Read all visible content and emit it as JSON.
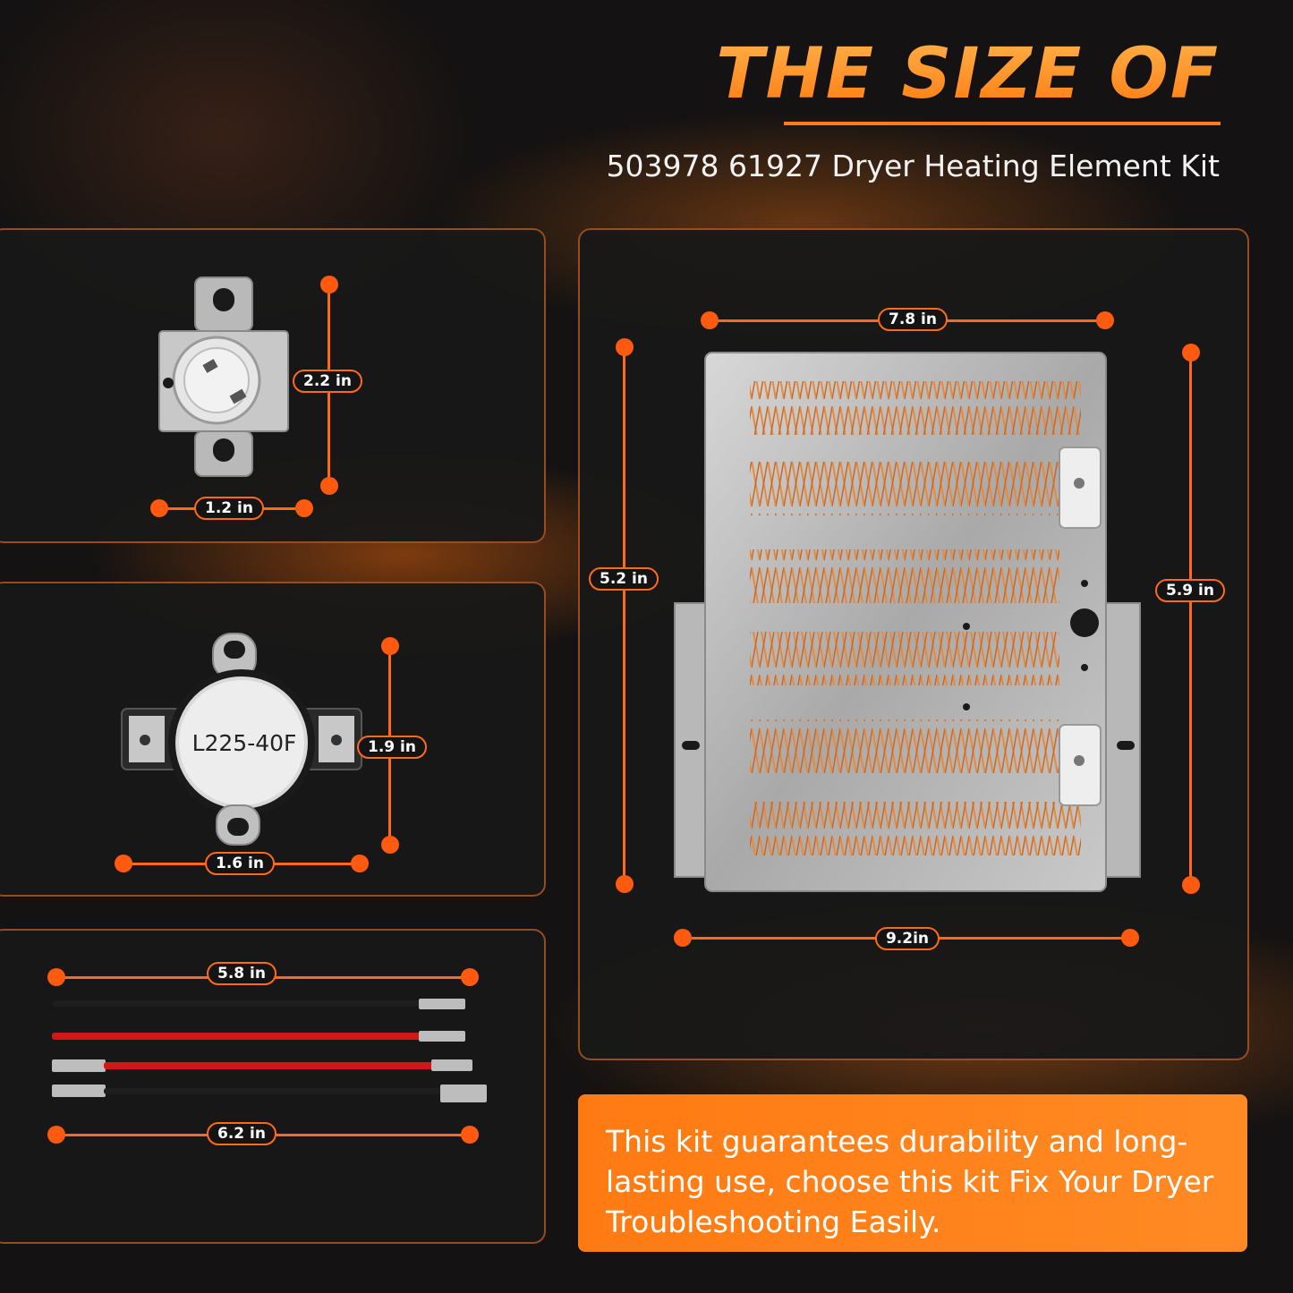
{
  "header": {
    "title": "THE SIZE OF",
    "subtitle": "503978 61927 Dryer Heating Element Kit"
  },
  "thermostat1": {
    "height_label": "2.2 in",
    "width_label": "1.2 in"
  },
  "thermostat2": {
    "model": "L225-40F",
    "height_label": "1.9 in",
    "width_label": "1.6 in"
  },
  "wires": {
    "short_label": "5.8 in",
    "long_label": "6.2 in",
    "colors": [
      "#1e1e1e",
      "#d01818",
      "#d01818",
      "#1e1e1e"
    ]
  },
  "heater": {
    "top_label": "7.8 in",
    "left_label": "5.2 in",
    "right_label": "5.9 in",
    "bottom_label": "9.2in"
  },
  "callout": {
    "text": "This kit guarantees durability and long-lasting use, choose this kit Fix Your Dryer Troubleshooting Easily."
  },
  "colors": {
    "accent": "#ff6a1a",
    "background": "#141212",
    "coil": "#e88a3a"
  }
}
